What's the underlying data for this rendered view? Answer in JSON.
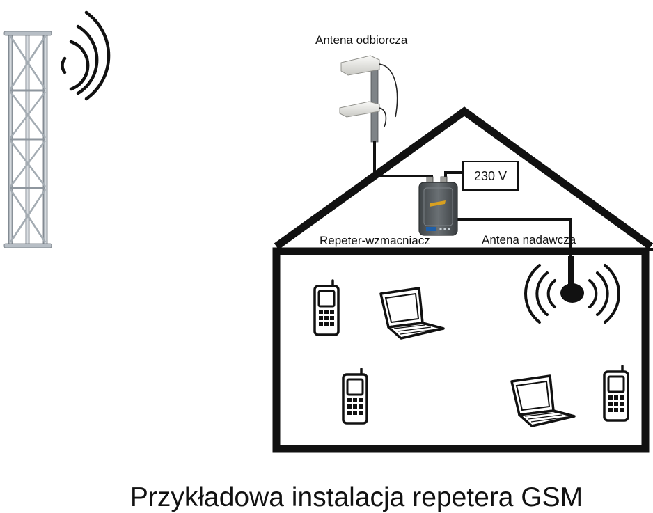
{
  "labels": {
    "receiving_antenna": "Antena odbiorcza",
    "power_supply": "230 V",
    "repeater": "Repeter-wzmacniacz",
    "transmitting_antenna": "Antena nadawcza"
  },
  "caption": "Przykładowa instalacja repetera GSM",
  "colors": {
    "ink": "#111111",
    "tower_steel": "#9aa3ad",
    "repeater_body": "#555a5e",
    "repeater_logo": "#d8a020",
    "antenna_panel": "#e6e6e2"
  },
  "devices": {
    "phones": 3,
    "laptops": 2
  }
}
